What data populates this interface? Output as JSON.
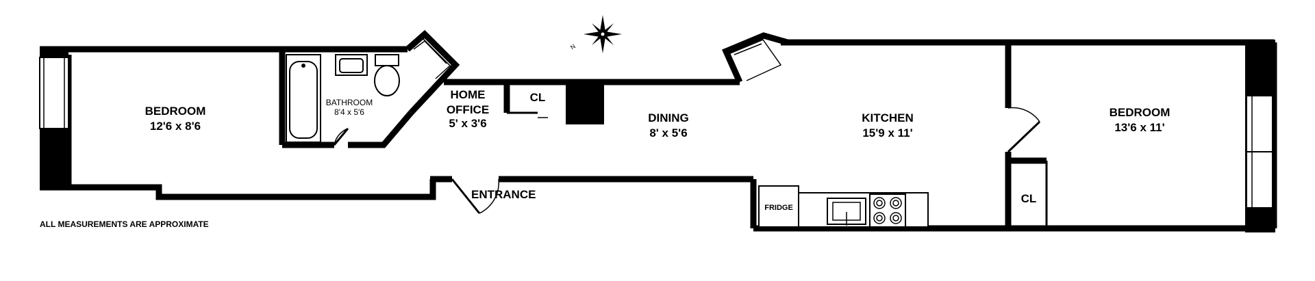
{
  "rooms": [
    {
      "name": "BEDROOM",
      "size": "12'6 x 8'6"
    },
    {
      "name": "BATHROOM",
      "size": "8'4 x 5'6"
    },
    {
      "name": "HOME",
      "name2": "OFFICE",
      "size": "5' x 3'6"
    },
    {
      "name": "DINING",
      "size": "8' x 5'6"
    },
    {
      "name": "KITCHEN",
      "size": "15'9 x 11'"
    },
    {
      "name": "BEDROOM",
      "size": "13'6 x 11'"
    }
  ],
  "closets": [
    "CL",
    "CL"
  ],
  "entrance": "ENTRANCE",
  "fridge": "FRIDGE",
  "compass_letter": "N",
  "footnote": "ALL MEASUREMENTS ARE APPROXIMATE"
}
